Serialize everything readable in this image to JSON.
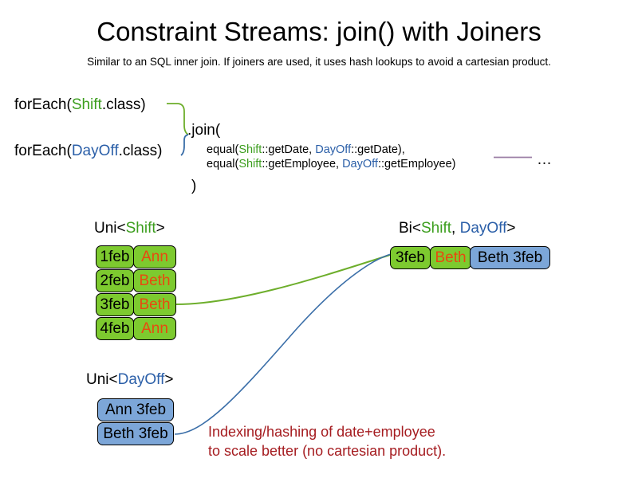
{
  "slide": {
    "title": "Constraint Streams: join() with Joiners",
    "subtitle": "Similar to an SQL inner join. If joiners are used, it uses hash lookups to avoid a cartesian product.",
    "background": "#FFFFFF"
  },
  "colors": {
    "shift_green": "#3C9E1E",
    "dayoff_blue": "#2B5FA8",
    "chip_green": "#7DCA2F",
    "chip_blue": "#7CA6D8",
    "name_orange": "#E8490F",
    "note_red": "#A51C20",
    "wire_green": "#6DAE2B",
    "wire_blue": "#3A6EA8",
    "rule_purple": "#9B7FA6"
  },
  "code": {
    "foreach_shift": {
      "prefix": "forEach(",
      "type": "Shift",
      "suffix": ".class)"
    },
    "foreach_dayoff": {
      "prefix": "forEach(",
      "type": "DayOff",
      "suffix": ".class)"
    },
    "join_open": ".join(",
    "join_close": ")",
    "joiners": [
      {
        "fn_open": "equal(",
        "left_type": "Shift",
        "left_ref": "::getDate, ",
        "right_type": "DayOff",
        "right_ref": "::getDate),"
      },
      {
        "fn_open": "equal(",
        "left_type": "Shift",
        "left_ref": "::getEmployee, ",
        "right_type": "DayOff",
        "right_ref": "::getEmployee)"
      }
    ],
    "ellipsis": "…"
  },
  "streams": {
    "uni_shift": {
      "caption_prefix": "Uni<",
      "caption_type": "Shift",
      "caption_suffix": ">",
      "rows": [
        {
          "date": "1feb",
          "name": "Ann"
        },
        {
          "date": "2feb",
          "name": "Beth"
        },
        {
          "date": "3feb",
          "name": "Beth"
        },
        {
          "date": "4feb",
          "name": "Ann"
        }
      ]
    },
    "uni_dayoff": {
      "caption_prefix": "Uni<",
      "caption_type": "DayOff",
      "caption_suffix": ">",
      "rows": [
        {
          "value": "Ann 3feb"
        },
        {
          "value": "Beth 3feb"
        }
      ]
    },
    "bi": {
      "caption_prefix": "Bi<",
      "caption_type_a": "Shift",
      "caption_sep": ", ",
      "caption_type_b": "DayOff",
      "caption_suffix": ">",
      "row": {
        "date": "3feb",
        "name": "Beth",
        "pair": "Beth 3feb"
      }
    }
  },
  "note": {
    "line1": "Indexing/hashing of date+employee",
    "line2": "to scale better (no cartesian product)."
  }
}
